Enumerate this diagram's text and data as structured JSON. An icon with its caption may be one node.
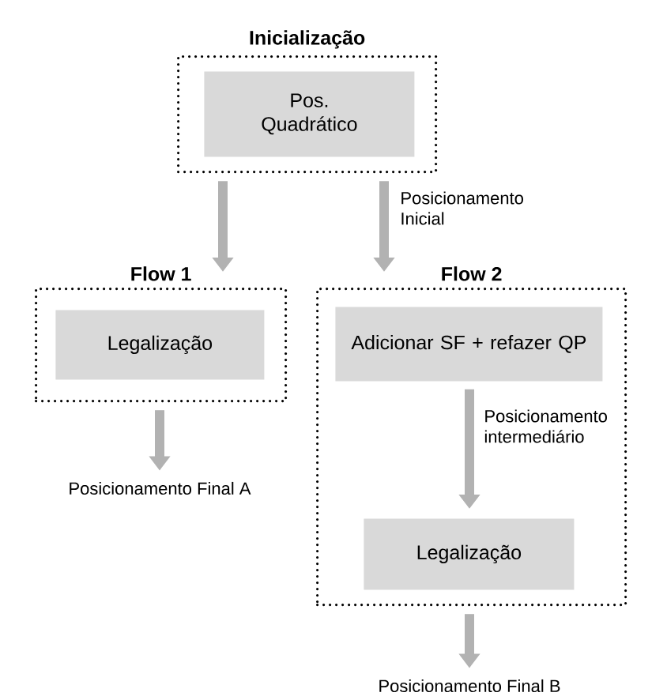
{
  "diagram": {
    "nodes": [
      {
        "text": [
          "Inicialização"
        ]
      },
      {
        "text": [
          "Pos. Quadrático"
        ],
        "in": 0
      },
      {
        "text": [
          "Flow 1"
        ]
      },
      {
        "text": [
          "Legalização"
        ],
        "in": 2
      },
      {
        "text": [
          "Flow 2"
        ]
      },
      {
        "text": [
          "Adicionar SF + refazer QP"
        ],
        "in": 4
      },
      {
        "text": [
          "Legalização"
        ],
        "in": 4
      },
      {
        "text": [
          "Posicionamento Final A"
        ]
      },
      {
        "text": [
          "Posicionamento Final B"
        ]
      }
    ],
    "edges": [
      {
        "from": 0,
        "to": 2,
        "arrow": "to"
      },
      {
        "from": 0,
        "to": 4,
        "arrow": "to",
        "label": "Posicionamento Inicial"
      },
      {
        "from": 2,
        "to": 7,
        "arrow": "to"
      },
      {
        "from": 5,
        "to": 6,
        "arrow": "to",
        "label": "Posicionamento intermediário"
      },
      {
        "from": 4,
        "to": 8,
        "arrow": "to"
      }
    ]
  }
}
